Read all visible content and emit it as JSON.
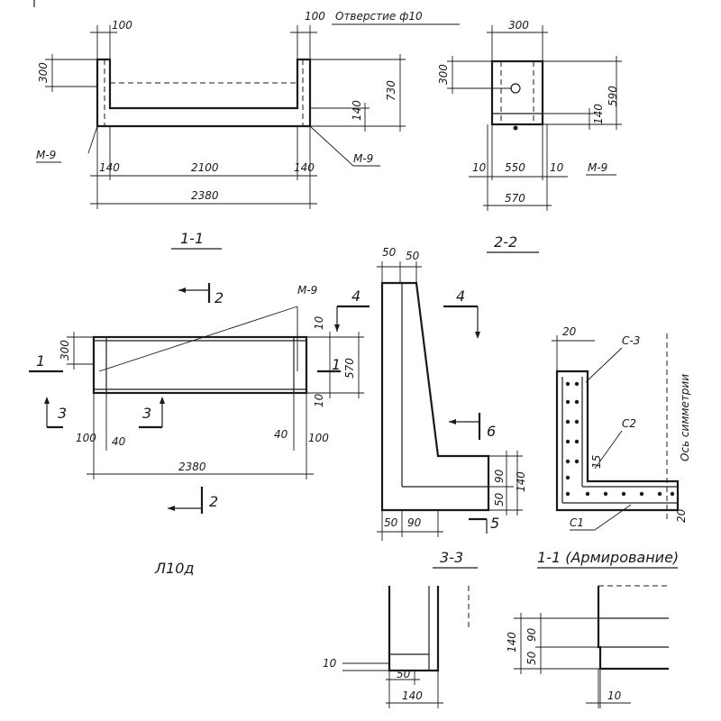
{
  "note_holes": "Отверстие ф10",
  "titles": {
    "s11": "1-1",
    "s22": "2-2",
    "s33": "3-3",
    "s11r": "1-1 (Армирование)",
    "mark": "Л10д"
  },
  "symmetry_axis": "Ось симметрии",
  "marks": {
    "m9": "М-9",
    "c1": "С1",
    "c2": "С2",
    "c3": "С-3"
  },
  "section_numbers": {
    "n1": "1",
    "n2": "2",
    "n3": "3",
    "n4": "4",
    "n5": "5",
    "n6": "6"
  },
  "dims": {
    "d10": "10",
    "d15": "15",
    "d20": "20",
    "d40": "40",
    "d50": "50",
    "d90": "90",
    "d100": "100",
    "d140": "140",
    "d300": "300",
    "d550": "550",
    "d570": "570",
    "d590": "590",
    "d730": "730",
    "d2100": "2100",
    "d2380": "2380"
  }
}
